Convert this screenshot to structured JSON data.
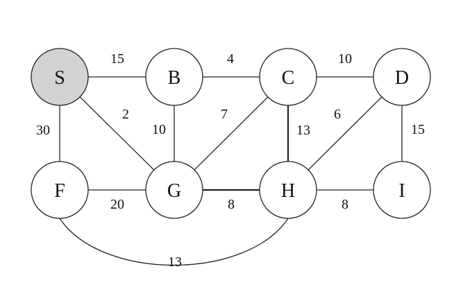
{
  "graph": {
    "nodes": [
      {
        "id": "S",
        "label": "S",
        "fill": "#d3d3d3"
      },
      {
        "id": "B",
        "label": "B",
        "fill": "#ffffff"
      },
      {
        "id": "C",
        "label": "C",
        "fill": "#ffffff"
      },
      {
        "id": "D",
        "label": "D",
        "fill": "#ffffff"
      },
      {
        "id": "F",
        "label": "F",
        "fill": "#ffffff"
      },
      {
        "id": "G",
        "label": "G",
        "fill": "#ffffff"
      },
      {
        "id": "H",
        "label": "H",
        "fill": "#ffffff"
      },
      {
        "id": "I",
        "label": "I",
        "fill": "#ffffff"
      }
    ],
    "edges": [
      {
        "from": "S",
        "to": "B",
        "weight": "15"
      },
      {
        "from": "B",
        "to": "C",
        "weight": "4"
      },
      {
        "from": "C",
        "to": "D",
        "weight": "10"
      },
      {
        "from": "S",
        "to": "G",
        "weight": "2"
      },
      {
        "from": "B",
        "to": "G",
        "weight": "10"
      },
      {
        "from": "C",
        "to": "G",
        "weight": "7"
      },
      {
        "from": "C",
        "to": "H",
        "weight": "13"
      },
      {
        "from": "D",
        "to": "H",
        "weight": "6"
      },
      {
        "from": "D",
        "to": "I",
        "weight": "15"
      },
      {
        "from": "S",
        "to": "F",
        "weight": "30"
      },
      {
        "from": "F",
        "to": "G",
        "weight": "20"
      },
      {
        "from": "G",
        "to": "H",
        "weight": "8"
      },
      {
        "from": "H",
        "to": "I",
        "weight": "8"
      },
      {
        "from": "F",
        "to": "H",
        "weight": "13"
      }
    ]
  },
  "colors": {
    "stroke": "#222222",
    "node_fill": "#ffffff",
    "source_fill": "#d3d3d3"
  }
}
